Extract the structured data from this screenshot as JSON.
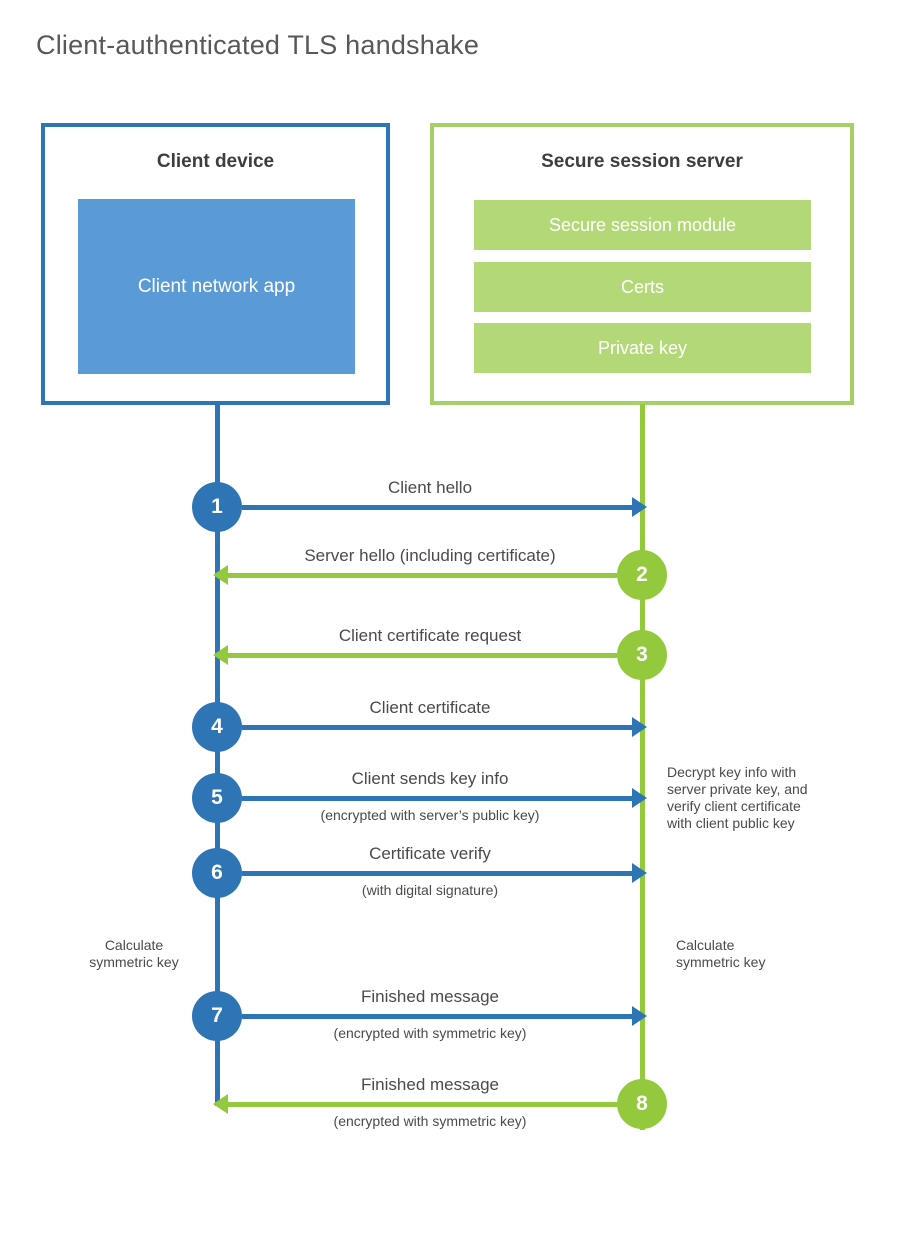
{
  "page_title": "Client-authenticated TLS handshake",
  "client_box": {
    "title": "Client device",
    "app_label": "Client network app"
  },
  "server_box": {
    "title": "Secure session server",
    "modules": [
      "Secure session module",
      "Certs",
      "Private key"
    ]
  },
  "messages": [
    {
      "num": "1",
      "label": "Client hello",
      "sublabel": "",
      "direction": "client-to-server"
    },
    {
      "num": "2",
      "label": "Server hello (including certificate)",
      "sublabel": "",
      "direction": "server-to-client"
    },
    {
      "num": "3",
      "label": "Client certificate request",
      "sublabel": "",
      "direction": "server-to-client"
    },
    {
      "num": "4",
      "label": "Client certificate",
      "sublabel": "",
      "direction": "client-to-server"
    },
    {
      "num": "5",
      "label": "Client sends key info",
      "sublabel": "(encrypted with server’s public key)",
      "direction": "client-to-server"
    },
    {
      "num": "6",
      "label": "Certificate verify",
      "sublabel": "(with digital signature)",
      "direction": "client-to-server"
    },
    {
      "num": "7",
      "label": "Finished message",
      "sublabel": "(encrypted with symmetric key)",
      "direction": "client-to-server"
    },
    {
      "num": "8",
      "label": "Finished message",
      "sublabel": "(encrypted with symmetric key)",
      "direction": "server-to-client"
    }
  ],
  "annotations": {
    "decrypt_note": [
      "Decrypt key info with",
      "server private key, and",
      "verify client certificate",
      "with client public key"
    ],
    "calc_left": [
      "Calculate",
      "symmetric key"
    ],
    "calc_right": [
      "Calculate",
      "symmetric key"
    ]
  },
  "colors": {
    "client_primary": "#2e75b6",
    "client_fill": "#5b9bd5",
    "server_primary": "#94c83d",
    "server_border": "#a3d165",
    "server_fill": "#b3d877",
    "label_text": "#4a4a4a"
  }
}
